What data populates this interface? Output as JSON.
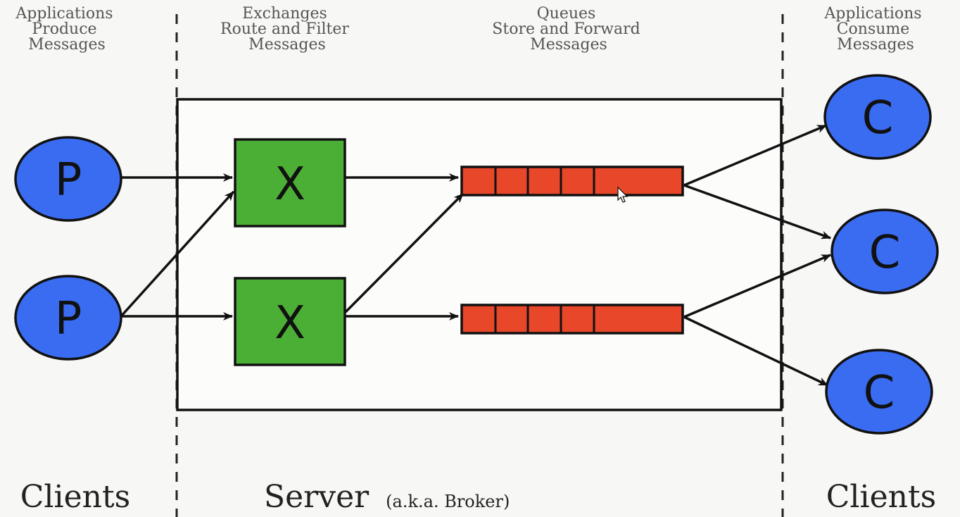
{
  "headers": {
    "producers": [
      "Applications",
      "Produce",
      "Messages"
    ],
    "exchanges": [
      "Exchanges",
      "Route and Filter",
      "Messages"
    ],
    "queues": [
      "Queues",
      "Store and Forward",
      "Messages"
    ],
    "consumers": [
      "Applications",
      "Consume",
      "Messages"
    ]
  },
  "footer": {
    "left_clients": "Clients",
    "server": "Server",
    "server_note": "(a.k.a. Broker)",
    "right_clients": "Clients"
  },
  "nodes": {
    "producer_label": "P",
    "exchange_label": "X",
    "consumer_label": "C"
  },
  "colors": {
    "producer": "#3a6cf2",
    "exchange": "#4caf35",
    "queue": "#e8472a",
    "consumer": "#3a6cf2",
    "stroke": "#111111"
  }
}
